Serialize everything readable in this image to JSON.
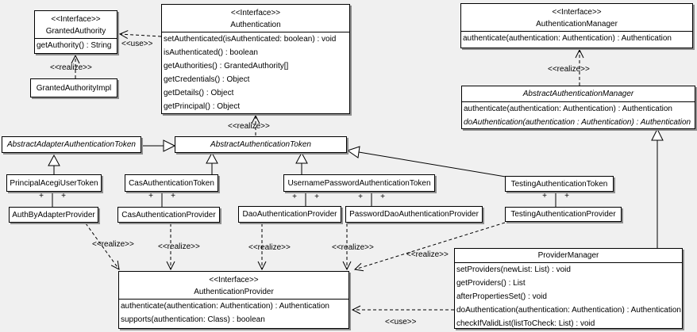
{
  "labels": {
    "interface_stereotype": "<<Interface>>",
    "realize": "<<realize>>",
    "use": "<<use>>",
    "plus": "+"
  },
  "colors": {
    "background": "#f0f0f0",
    "box_fill": "#ffffff",
    "border": "#000000",
    "shadow": "#8f8f8f",
    "line": "#000000"
  },
  "classes": {
    "granted_authority": {
      "stereotype": "<<Interface>>",
      "name": "GrantedAuthority",
      "methods": [
        "getAuthority() : String"
      ]
    },
    "granted_authority_impl": {
      "name": "GrantedAuthorityImpl"
    },
    "authentication": {
      "stereotype": "<<Interface>>",
      "name": "Authentication",
      "methods": [
        "setAuthenticated(isAuthenticated: boolean) : void",
        "isAuthenticated() : boolean",
        "getAuthorities() : GrantedAuthority[]",
        "getCredentials() : Object",
        "getDetails() : Object",
        "getPrincipal() : Object"
      ]
    },
    "authentication_manager": {
      "stereotype": "<<Interface>>",
      "name": "AuthenticationManager",
      "methods": [
        "authenticate(authentication: Authentication) : Authentication"
      ]
    },
    "abstract_authentication_manager": {
      "name": "AbstractAuthenticationManager",
      "methods": [
        "authenticate(authentication: Authentication) : Authentication",
        "doAuthentication(authentication : Authentication) : Authentication"
      ]
    },
    "abstract_adapter_authentication_token": {
      "name": "AbstractAdapterAuthenticationToken"
    },
    "abstract_authentication_token": {
      "name": "AbstractAuthenticationToken"
    },
    "principal_acegi_user_token": {
      "name": "PrincipalAcegiUserToken"
    },
    "cas_authentication_token": {
      "name": "CasAuthenticationToken"
    },
    "username_password_authentication_token": {
      "name": "UsernamePasswordAuthenticationToken"
    },
    "testing_authentication_token": {
      "name": "TestingAuthenticationToken"
    },
    "auth_by_adapter_provider": {
      "name": "AuthByAdapterProvider"
    },
    "cas_authentication_provider": {
      "name": "CasAuthenticationProvider"
    },
    "dao_authentication_provider": {
      "name": "DaoAuthenticationProvider"
    },
    "password_dao_authentication_provider": {
      "name": "PasswordDaoAuthenticationProvider"
    },
    "testing_authentication_provider": {
      "name": "TestingAuthenticationProvider"
    },
    "authentication_provider": {
      "stereotype": "<<Interface>>",
      "name": "AuthenticationProvider",
      "methods": [
        "authenticate(authentication: Authentication) : Authentication",
        "supports(authentication: Class) : boolean"
      ]
    },
    "provider_manager": {
      "name": "ProviderManager",
      "methods": [
        "setProviders(newList: List) : void",
        "getProviders() : List",
        "afterPropertiesSet() : void",
        "doAuthentication(authentication: Authentication) : Authentication",
        "checkIfValidList(listToCheck: List) : void"
      ]
    }
  }
}
